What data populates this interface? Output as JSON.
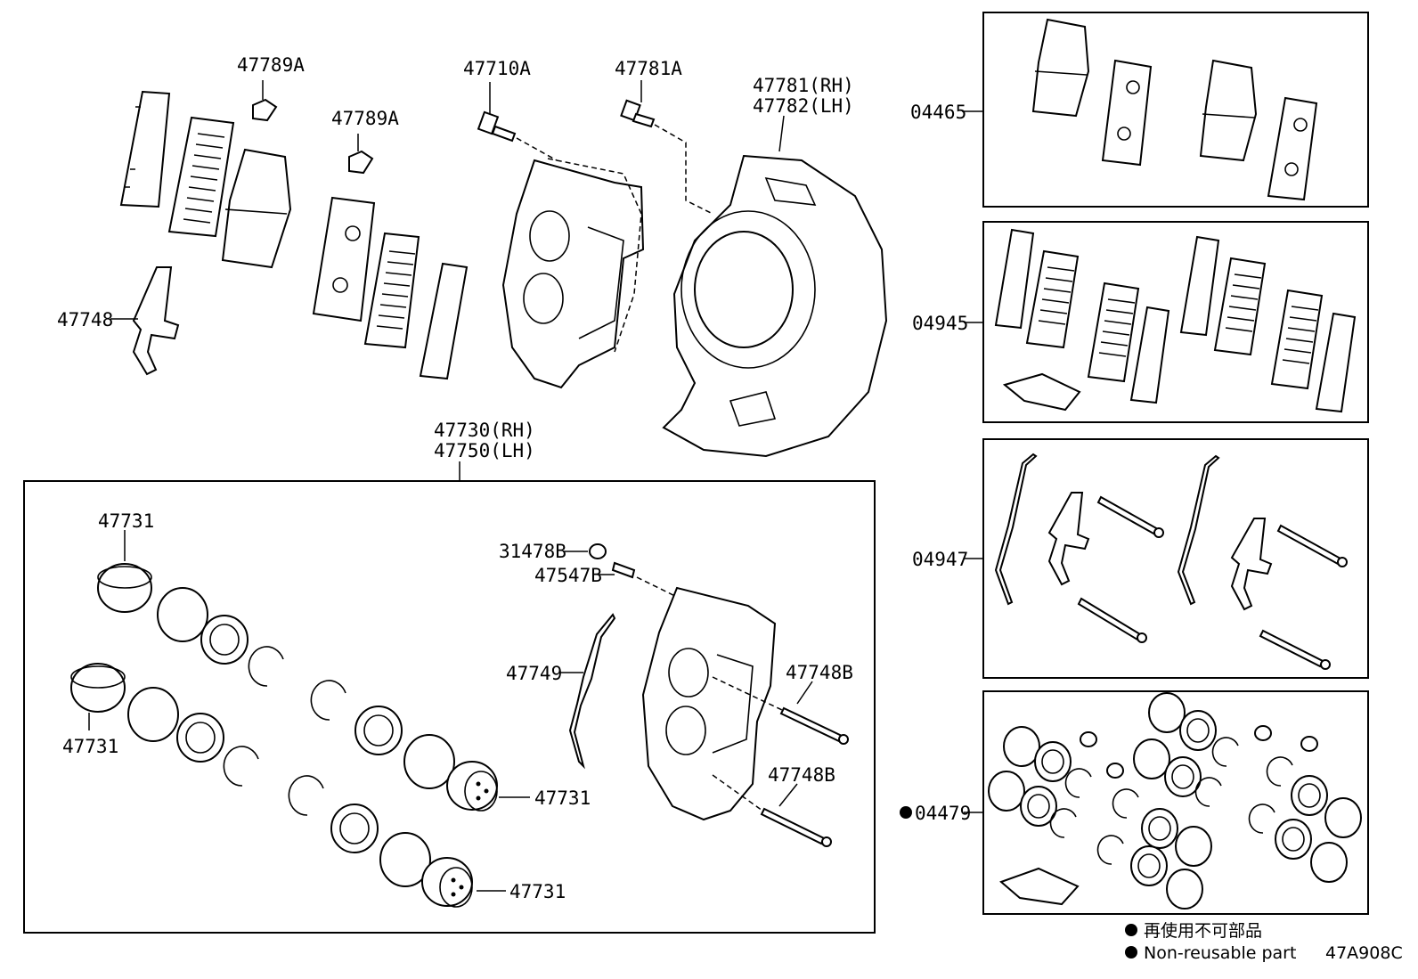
{
  "callouts": {
    "c47789A_1": "47789A",
    "c47789A_2": "47789A",
    "c47710A": "47710A",
    "c47781A": "47781A",
    "c47781RH": "47781(RH)",
    "c47782LH": "47782(LH)",
    "c47748": "47748",
    "c47730RH": "47730(RH)",
    "c47750LH": "47750(LH)",
    "c47731_a": "47731",
    "c47731_b": "47731",
    "c47731_c": "47731",
    "c47731_d": "47731",
    "c31478B": "31478B",
    "c47547B": "47547B",
    "c47749": "47749",
    "c47748B_1": "47748B",
    "c47748B_2": "47748B",
    "c04465": "04465",
    "c04945": "04945",
    "c04947": "04947",
    "c04479": "04479"
  },
  "legend": {
    "japanese": "再使用不可部品",
    "english": "Non-reusable part"
  },
  "drawing_code": "47A908C",
  "icons": {
    "bullet": "filled-circle-icon"
  }
}
